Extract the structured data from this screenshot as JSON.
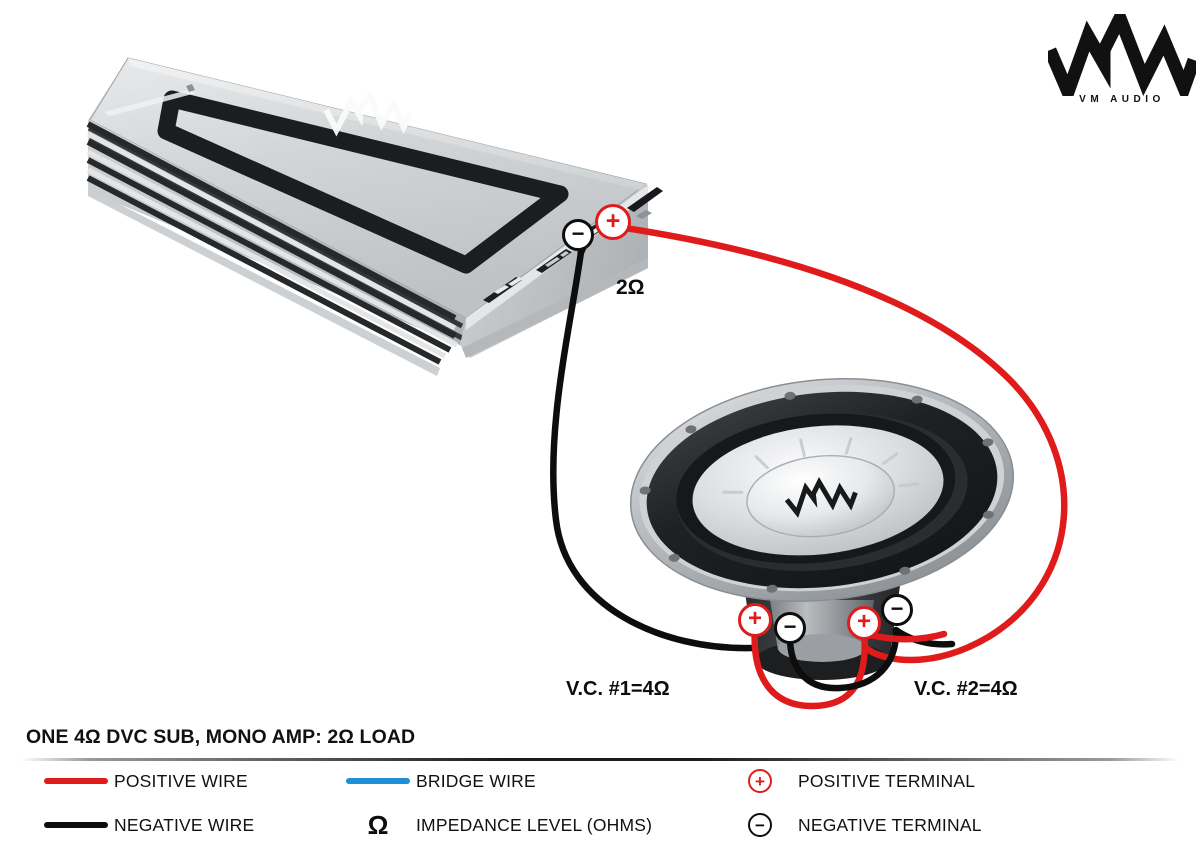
{
  "brand": {
    "logo_mark": "vm-zigzag-logo",
    "wordmark": "VM AUDIO"
  },
  "diagram": {
    "title": "ONE 4Ω DVC SUB, MONO AMP: 2Ω LOAD",
    "amplifier": {
      "name": "mono-amplifier",
      "logo": "vm-zigzag-logo",
      "impedance_label": "2Ω",
      "terminals": [
        {
          "type": "negative",
          "glyph": "−",
          "name": "amp-negative-terminal"
        },
        {
          "type": "positive",
          "glyph": "+",
          "name": "amp-positive-terminal"
        }
      ]
    },
    "subwoofer": {
      "name": "dvc-subwoofer",
      "logo": "vm-zigzag-logo",
      "voice_coils": [
        {
          "label": "V.C. #1=4Ω",
          "name": "voice-coil-1-label"
        },
        {
          "label": "V.C. #2=4Ω",
          "name": "voice-coil-2-label"
        }
      ],
      "terminals": [
        {
          "type": "positive",
          "glyph": "+",
          "coil": 1,
          "name": "sub-coil1-positive-terminal"
        },
        {
          "type": "negative",
          "glyph": "−",
          "coil": 1,
          "name": "sub-coil1-negative-terminal"
        },
        {
          "type": "positive",
          "glyph": "+",
          "coil": 2,
          "name": "sub-coil2-positive-terminal"
        },
        {
          "type": "negative",
          "glyph": "−",
          "coil": 2,
          "name": "sub-coil2-negative-terminal"
        }
      ]
    },
    "wires": [
      {
        "name": "positive-run-amp-to-sub",
        "type": "positive",
        "color": "#e01b1b"
      },
      {
        "name": "negative-run-amp-to-sub",
        "type": "negative",
        "color": "#0d0d0d"
      },
      {
        "name": "positive-parallel-link",
        "type": "positive",
        "color": "#e01b1b"
      },
      {
        "name": "negative-parallel-link",
        "type": "negative",
        "color": "#0d0d0d"
      }
    ]
  },
  "legend": {
    "items": [
      {
        "swatch": "red-wire-swatch",
        "kind": "bar",
        "color": "#e01b1b",
        "label": "POSITIVE WIRE"
      },
      {
        "swatch": "blue-wire-swatch",
        "kind": "bar",
        "color": "#1f8fd8",
        "label": "BRIDGE WIRE"
      },
      {
        "swatch": "positive-terminal-icon",
        "kind": "badge",
        "color": "#e01b1b",
        "glyph": "⊕",
        "label": "POSITIVE TERMINAL"
      },
      {
        "swatch": "black-wire-swatch",
        "kind": "bar",
        "color": "#0d0d0d",
        "label": "NEGATIVE WIRE"
      },
      {
        "swatch": "omega-icon",
        "kind": "omega",
        "color": "#0d0d0d",
        "glyph": "Ω",
        "label": "IMPEDANCE LEVEL (OHMS)"
      },
      {
        "swatch": "negative-terminal-icon",
        "kind": "badge",
        "color": "#0d0d0d",
        "glyph": "⊖",
        "label": "NEGATIVE TERMINAL"
      }
    ]
  },
  "colors": {
    "positive": "#e01b1b",
    "negative": "#0d0d0d",
    "bridge": "#1f8fd8",
    "background": "#ffffff",
    "amp_body": "#c9cbcd",
    "sub_ring": "#b6babd"
  }
}
